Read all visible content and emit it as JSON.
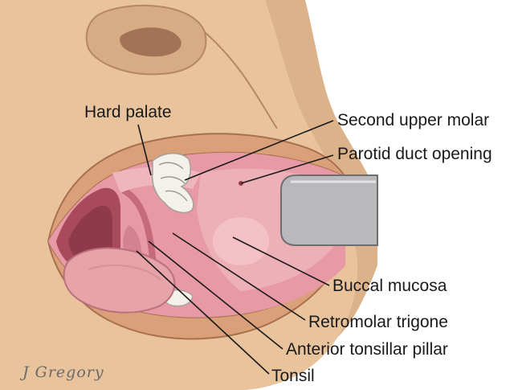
{
  "labels": {
    "hard_palate": "Hard palate",
    "second_upper_molar": "Second upper molar",
    "parotid_duct_opening": "Parotid duct opening",
    "buccal_mucosa": "Buccal mucosa",
    "retromolar_trigone": "Retromolar trigone",
    "anterior_tonsillar_pillar": "Anterior tonsillar pillar",
    "tonsil": "Tonsil"
  },
  "signature": "J Gregory",
  "colors": {
    "skin": "#e8c39c",
    "skin_shadow": "#c99a70",
    "lip": "#d9a079",
    "mucosa": "#e79aa6",
    "mucosa_dark": "#b25c6c",
    "throat": "#7a2f3e",
    "tongue": "#e6a3a8",
    "tooth": "#f4f1ea",
    "retractor": "#b9b9bb",
    "leader": "#1a1a1a"
  }
}
